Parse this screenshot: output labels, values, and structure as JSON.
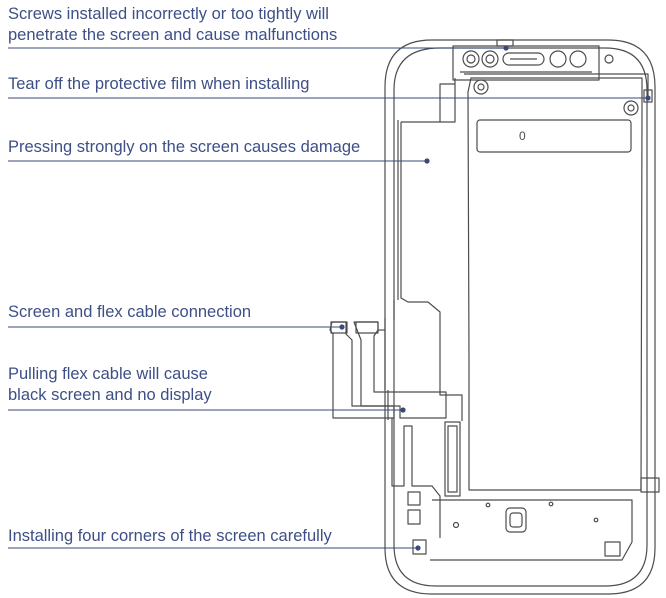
{
  "colors": {
    "label_text": "#3d4f86",
    "leader_line": "#3a4a78",
    "drawing_line": "#4d4d4d",
    "background": "#ffffff"
  },
  "labels": [
    {
      "id": "screws",
      "lines": [
        "Screws installed incorrectly or too tightly will",
        "penetrate the screen and cause malfunctions"
      ]
    },
    {
      "id": "film",
      "lines": [
        "Tear off the protective film when installing"
      ]
    },
    {
      "id": "pressing",
      "lines": [
        "Pressing strongly on the screen causes damage"
      ]
    },
    {
      "id": "connection",
      "lines": [
        "Screen and flex cable connection"
      ]
    },
    {
      "id": "pulling",
      "lines": [
        "Pulling flex cable will cause",
        "black screen and no display"
      ]
    },
    {
      "id": "corners",
      "lines": [
        "Installing four corners of the screen carefully"
      ]
    }
  ],
  "drawing": {
    "indicator_text": "0"
  }
}
